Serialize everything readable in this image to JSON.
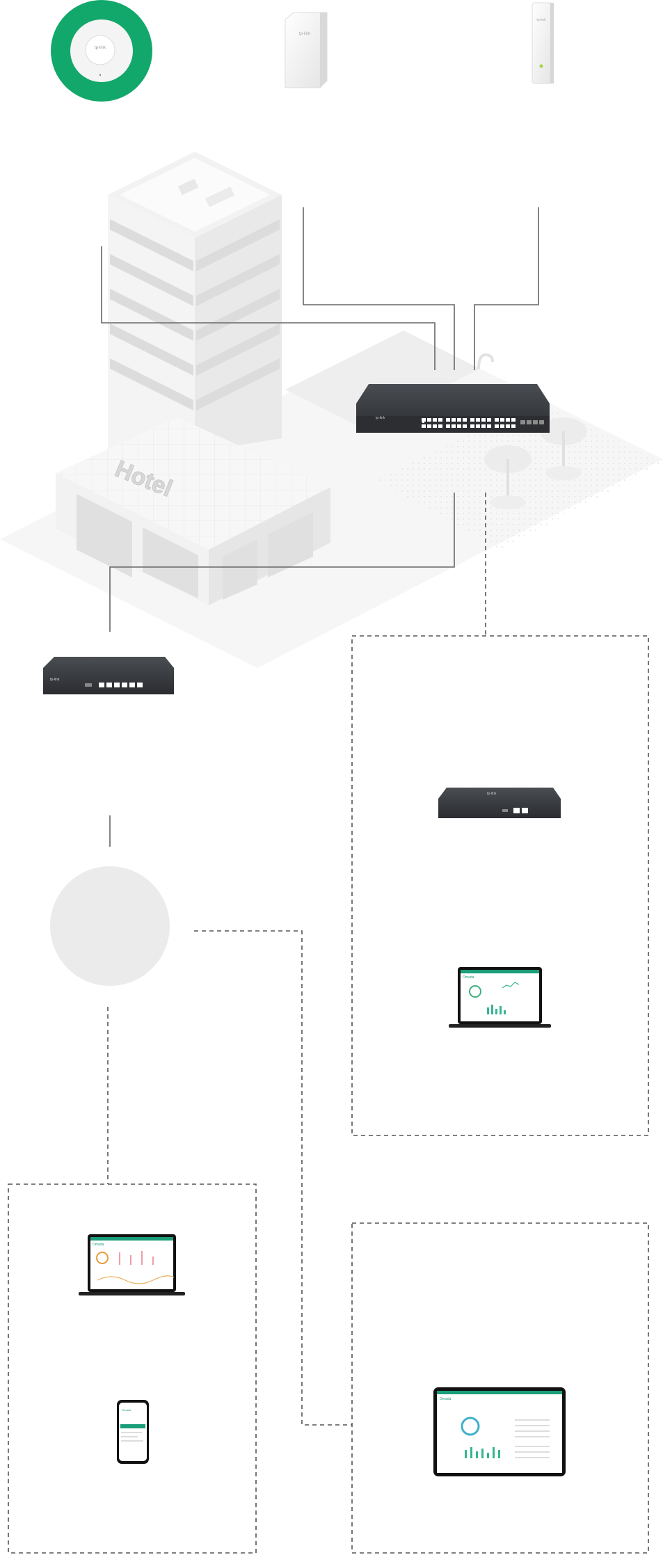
{
  "diagram": {
    "devices": {
      "ceiling_ap": {
        "brand_text": "tp-link",
        "ring_color": "#12a86b"
      },
      "wall_plate_ap": {
        "brand_text": "tp-link"
      },
      "outdoor_ap": {
        "brand_text": "tp-link"
      },
      "core_switch": {
        "brand_text": "tp-link",
        "port_color": "#ffffff"
      },
      "gateway_router": {
        "brand_text": "tp-link"
      },
      "hardware_controller": {
        "brand_text": "tp-link"
      },
      "cloud_circle": {
        "fill": "#ebebeb"
      }
    },
    "building": {
      "sign_text": "Hotel"
    },
    "screens": {
      "accent_color": "#1a9e7a",
      "controller_laptop_logo": "Omada",
      "cloud_laptop_logo": "Omada",
      "phone_logo": "Omada",
      "tablet_logo": "Omada"
    },
    "line_color": "#666666"
  }
}
